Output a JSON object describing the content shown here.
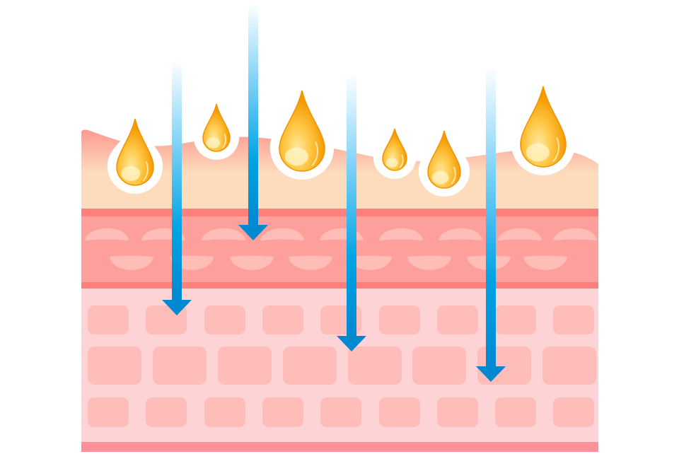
{
  "illustration": {
    "subject": "skin-layers-oil-absorption",
    "colors": {
      "background": "#ffffff",
      "epidermis_top": "#fd9a90",
      "epidermis_bottom": "#fcdcbc",
      "band": "#ff7f7a",
      "dermis": "#fda09b",
      "dermis_lens": "#ffbdb8",
      "subcutis": "#fdd3d6",
      "subcutis_cell": "#ffbdb9",
      "bottom_band": "#ff8f9a",
      "oil_dark": "#f59a00",
      "oil_light": "#ffe9a0",
      "arrow_top": "#ffffff",
      "arrow_mid": "#8fd8fa",
      "arrow_low": "#00a3e3",
      "arrow_head": "#0088d1"
    },
    "oil_drop_count": 6,
    "arrow_count": 4,
    "icons": [
      "oil-drop-icon",
      "down-arrow-icon"
    ]
  }
}
